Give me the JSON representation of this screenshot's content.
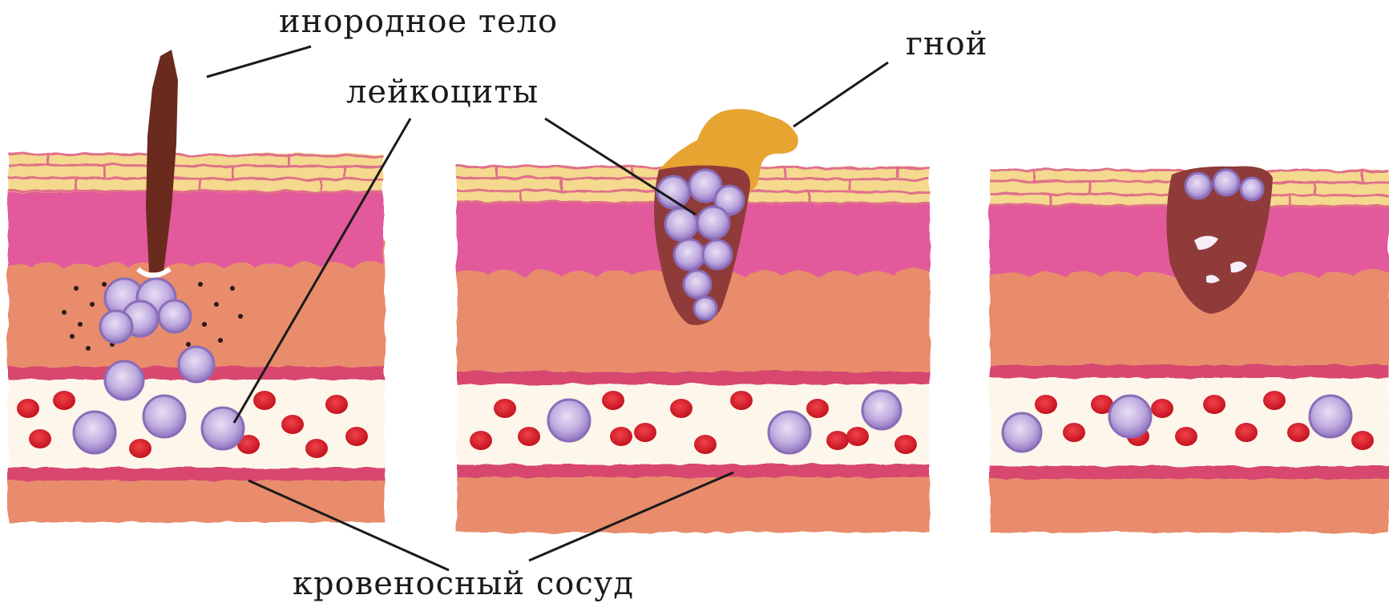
{
  "labels": {
    "foreign_body": "инородное тело",
    "pus": "гной",
    "leukocytes": "лейкоциты",
    "blood_vessel": "кровеносный сосуд"
  },
  "colors": {
    "epidermis": "#f3d98f",
    "epidermis_line": "#e2708a",
    "dermis_pink": "#e35d9c",
    "tissue": "#e6896a",
    "vessel_wall": "#d9456e",
    "vessel_lumen": "#fdf6ea",
    "red_cell": "#d81f2c",
    "leukocyte": "#b8a3d8",
    "leukocyte_edge": "#8a6db8",
    "foreign_body": "#6b2a1e",
    "pus": "#e8a431",
    "scab": "#8f3b3a"
  }
}
